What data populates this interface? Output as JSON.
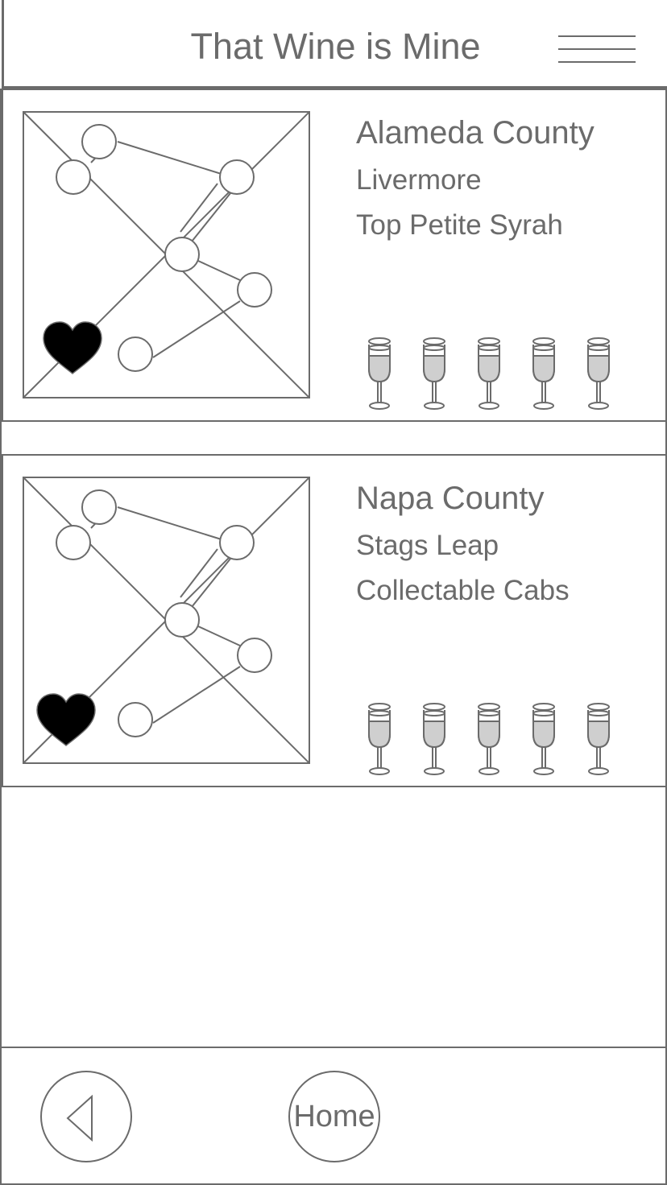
{
  "header": {
    "title": "That Wine is Mine",
    "menu_icon": "hamburger-menu-icon"
  },
  "listings": [
    {
      "county": "Alameda County",
      "region": "Livermore",
      "wine": "Top Petite Syrah",
      "image_icon": "image-placeholder-icon",
      "favorite_icon": "heart-icon",
      "rating_icon": "wine-glass-icon",
      "rating": 5
    },
    {
      "county": "Napa County",
      "region": "Stags Leap",
      "wine": "Collectable Cabs",
      "image_icon": "image-placeholder-icon",
      "favorite_icon": "heart-icon",
      "rating_icon": "wine-glass-icon",
      "rating": 5
    }
  ],
  "footer": {
    "back_icon": "back-arrow-icon",
    "home_label": "Home"
  },
  "colors": {
    "line": "#6b6b6b",
    "heart": "#000000",
    "wine": "#cfcfcf",
    "background": "#ffffff"
  }
}
